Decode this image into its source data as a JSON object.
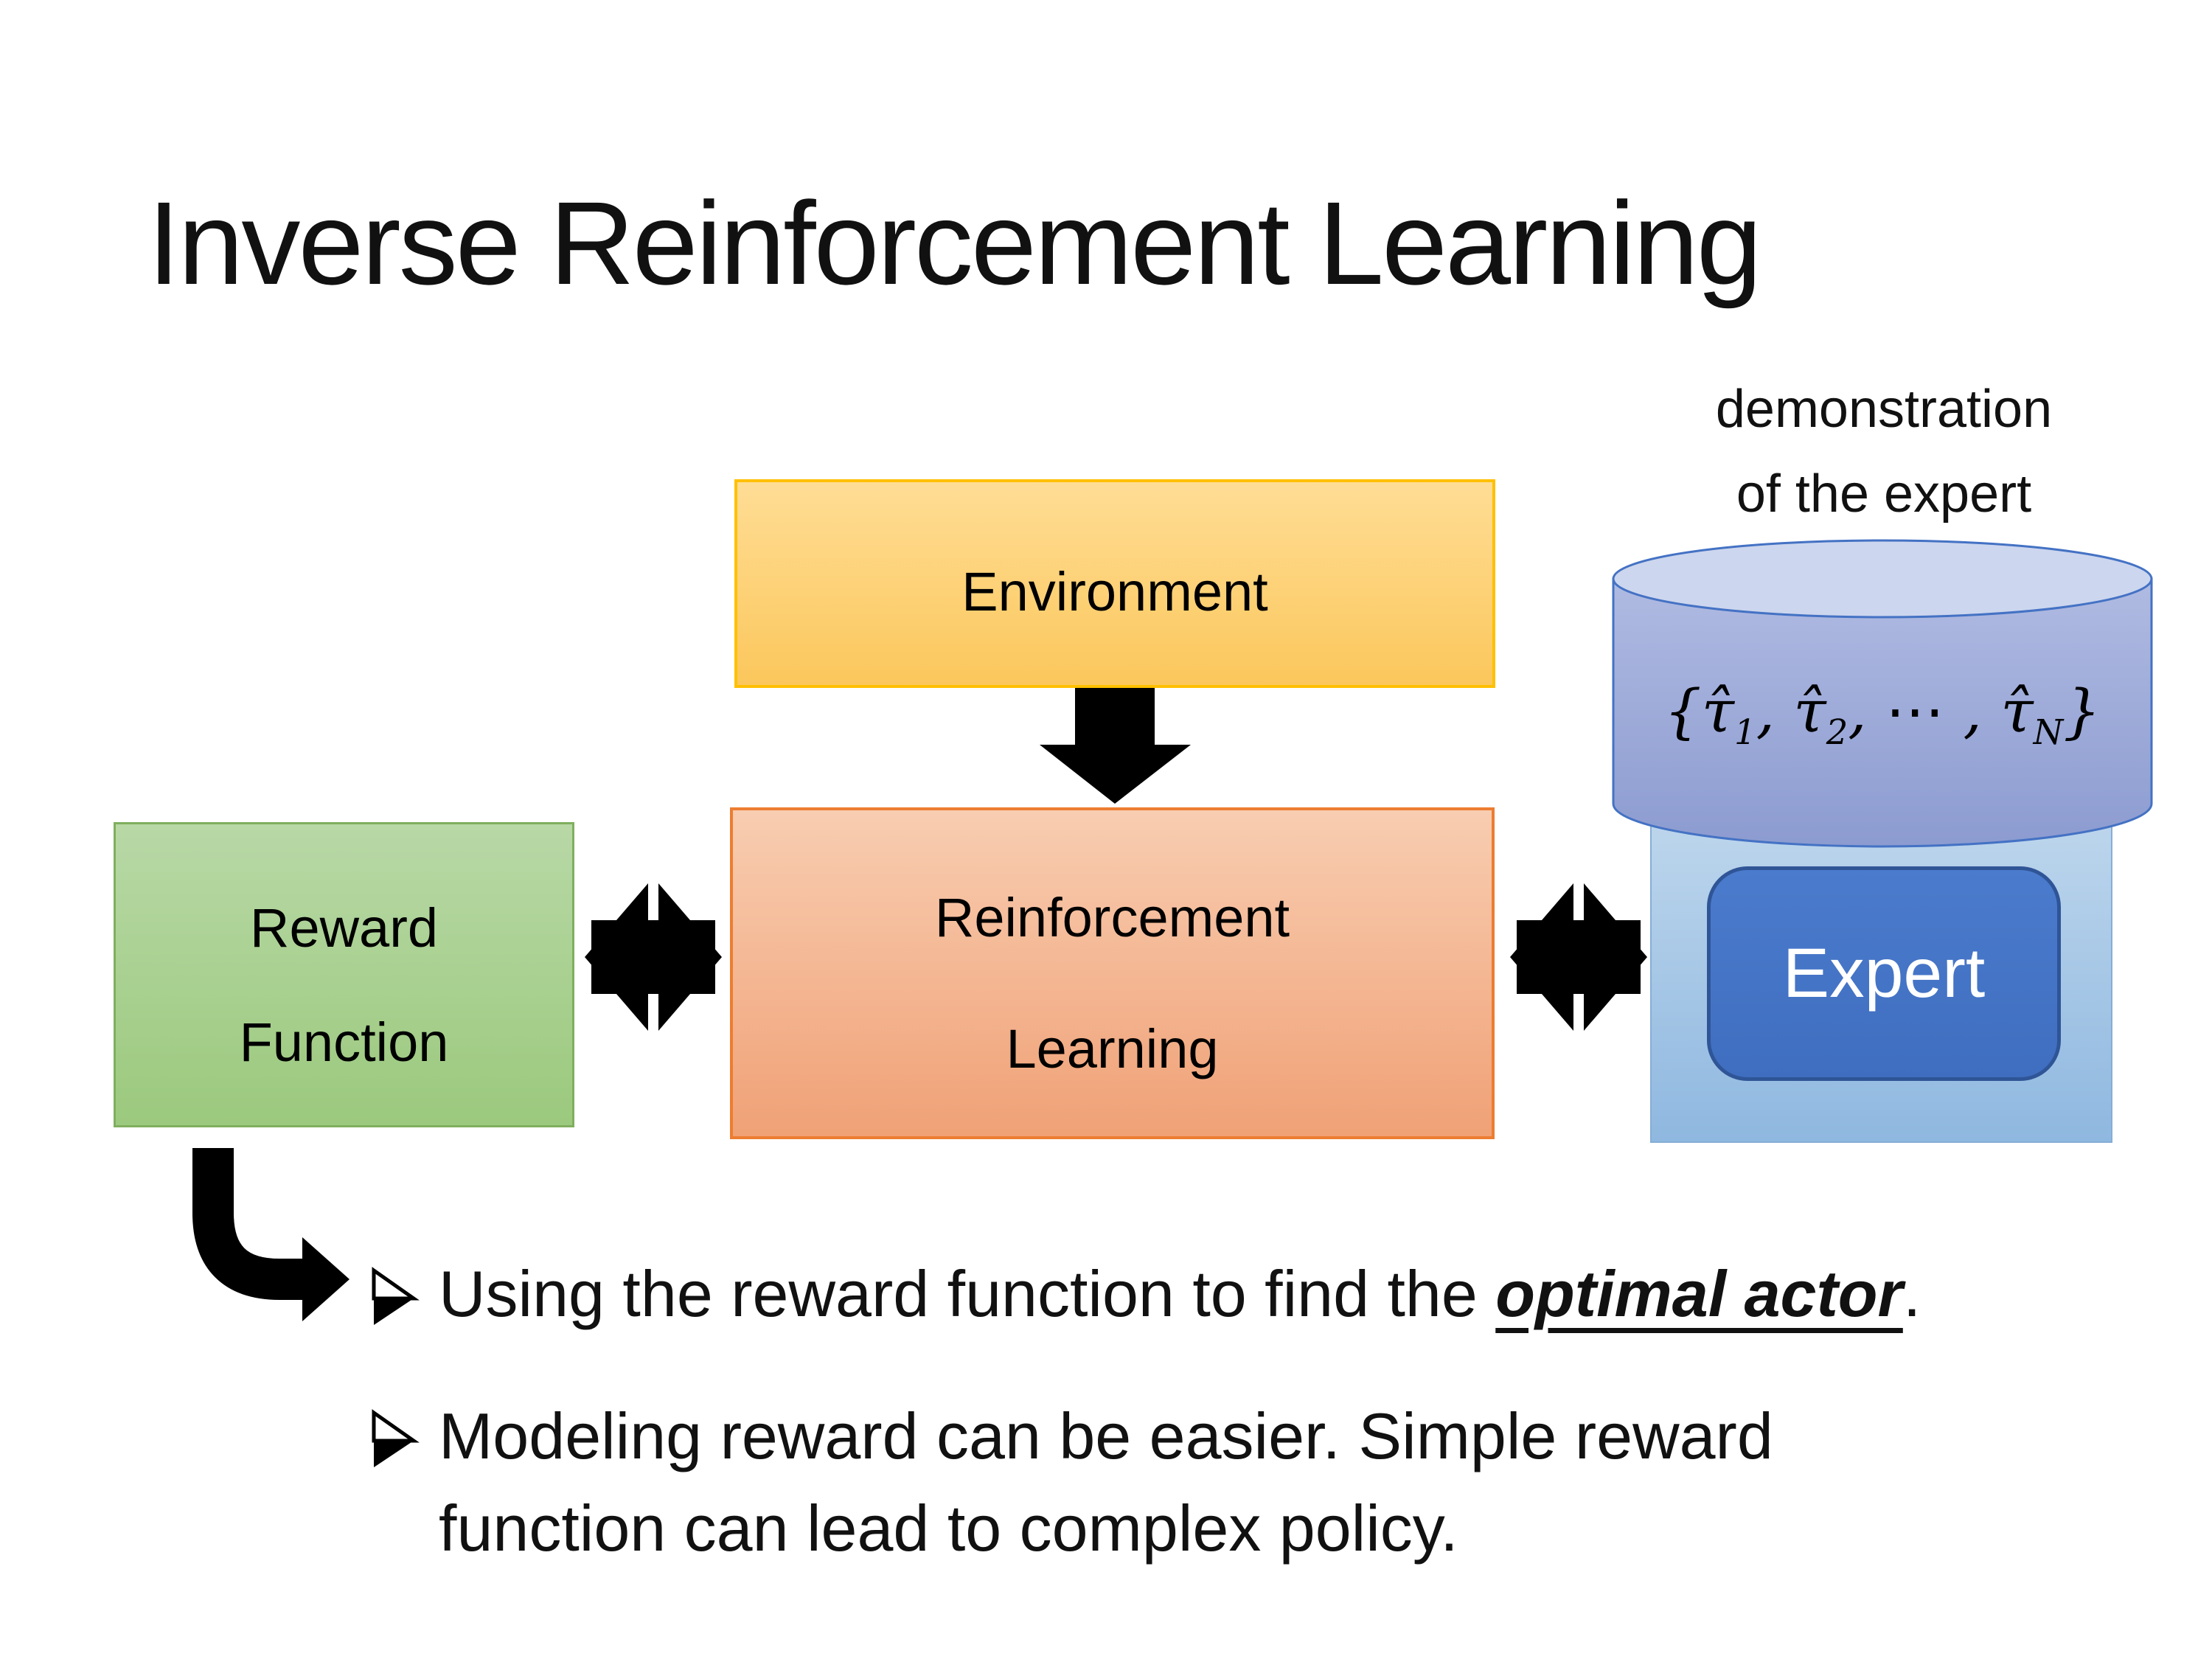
{
  "slide_title": "Inverse Reinforcement Learning",
  "annotation": {
    "line1": "demonstration",
    "line2": "of the expert"
  },
  "nodes": {
    "environment": {
      "label": "Environment"
    },
    "reward_function": {
      "label_line1": "Reward",
      "label_line2": "Function"
    },
    "reinforcement_learning": {
      "label_line1": "Reinforcement",
      "label_line2": "Learning"
    },
    "expert": {
      "label": "Expert"
    }
  },
  "demonstrations_db": {
    "formula": "{τ̂₁, τ̂₂, ⋯ , τ̂N}",
    "parts": {
      "open": "{",
      "tau1": "τ̂",
      "sub1": "1",
      "sep1": ", ",
      "tau2": "τ̂",
      "sub2": "2",
      "sep2": ", ⋯ , ",
      "tau3": "τ̂",
      "sub3": "N",
      "close": "}"
    }
  },
  "bullets": {
    "glyph": "➢",
    "item1": {
      "prefix": "Using the reward function to find the ",
      "emphasis": "optimal actor",
      "suffix": "."
    },
    "item2": {
      "line1": "Modeling reward can be easier. Simple reward",
      "line2": "function can lead to complex policy."
    }
  },
  "icons": {
    "down_arrow": "thick-down-arrow",
    "exchange_arrow": "overlapping-left-right-arrows",
    "elbow_arrow": "elbow-bent-right-arrow",
    "bullet": "right-arrowhead-bullet"
  },
  "colors": {
    "arrow": "#000000",
    "text": "#111111",
    "env_fill_top": "#FFDD95",
    "env_fill_bottom": "#FBC75C",
    "env_border": "#FFC000",
    "reward_fill_top": "#B8D8A6",
    "reward_fill_bottom": "#9BC97D",
    "reward_border": "#7FAF5E",
    "rl_fill_top": "#F8CDB1",
    "rl_fill_bottom": "#F0A176",
    "rl_border": "#ED7D31",
    "container_fill_top": "#BCD5EC",
    "container_fill_bottom": "#8FB8E0",
    "container_border": "#86AED6",
    "expert_fill": "#4472C4",
    "expert_border": "#2F5597",
    "expert_text": "#FFFFFF",
    "cylinder_body_top": "#B0BBE2",
    "cylinder_body_bottom": "#8C9BD0",
    "cylinder_top_fill": "#CCD6EE",
    "cylinder_stroke": "#4472C4"
  }
}
